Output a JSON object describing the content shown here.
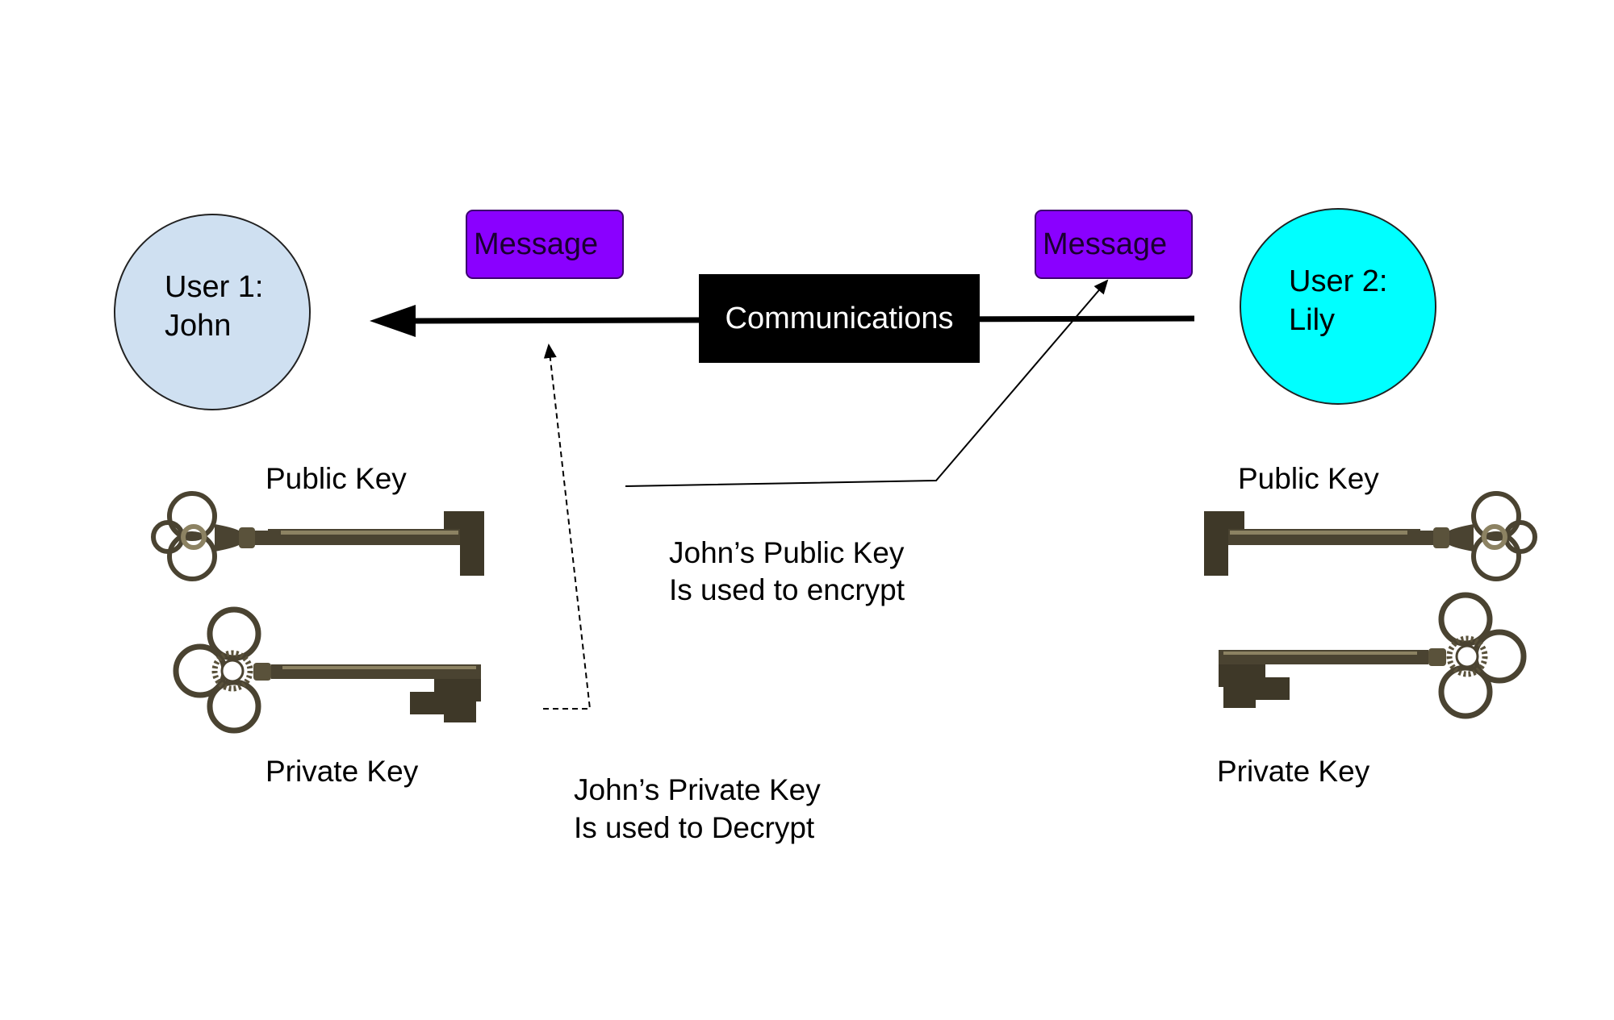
{
  "users": {
    "john": {
      "label": "User 1:\nJohn",
      "fill": "#cfe0f1"
    },
    "lily": {
      "label": "User 2:\nLily",
      "fill": "#00ffff"
    }
  },
  "messages": {
    "left": "Message",
    "right": "Message",
    "fill": "#8a00ff"
  },
  "communications": {
    "label": "Communications"
  },
  "john_keys": {
    "public": "Public Key",
    "private": "Private Key"
  },
  "lily_keys": {
    "public": "Public Key",
    "private": "Private Key"
  },
  "notes": {
    "encrypt_line1": "John’s Public Key",
    "encrypt_line2": "Is used to encrypt",
    "decrypt_line1": "John’s Private Key",
    "decrypt_line2": "Is used to Decrypt"
  },
  "icons": {
    "john_public_key": "ornate-key-icon",
    "john_private_key": "ornate-key-icon",
    "lily_public_key": "ornate-key-icon",
    "lily_private_key": "ornate-key-icon"
  },
  "colors": {
    "key_bronze": "#4a4331",
    "key_highlight": "#8c8262"
  }
}
